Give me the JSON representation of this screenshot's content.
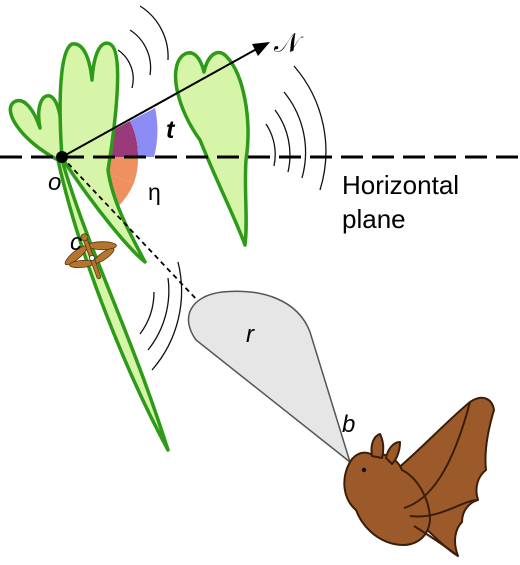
{
  "labels": {
    "vector_n": "𝒩",
    "angle_t": "t",
    "angle_eta": "η",
    "point_o": "o",
    "point_c": "c",
    "point_b": "b",
    "distance_r": "r",
    "plane_line1": "Horizontal",
    "plane_line2": "plane"
  },
  "colors": {
    "lobe_fill": "#d6f5a8",
    "lobe_stroke": "#2e9a19",
    "angle_t_fill": "#8c8cf5",
    "angle_t_text": "#2020e0",
    "angle_eta_fill": "#ee9060",
    "angle_eta_text": "#cc1010",
    "angle_overlap_fill": "#9a3a7a",
    "cone_fill": "#e6e6e6",
    "cone_stroke": "#555555",
    "bat_fill": "#9c5a2a",
    "bat_stroke": "#3a1e0a",
    "insect_fill": "#b4752e"
  },
  "icons": {
    "bat": "bat-icon",
    "insect": "dragonfly-icon"
  }
}
